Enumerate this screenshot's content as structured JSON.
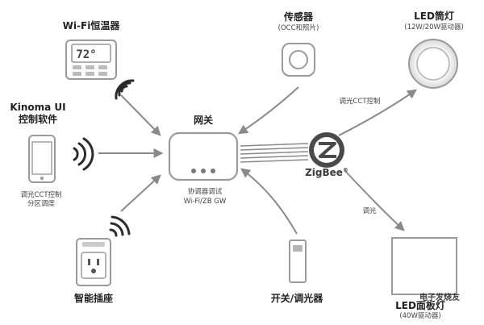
{
  "labels": {
    "wifi_thermostat": "Wi-Fi恒温器",
    "thermostat_display": "72°",
    "kinoma_line1": "Kinoma UI",
    "kinoma_line2": "控制软件",
    "phone_sub_line1": "调光CCT控制",
    "phone_sub_line2": "分区调度",
    "smart_plug": "智能插座",
    "gateway_title": "网关",
    "gateway_sub_line1": "协调器调试",
    "gateway_sub_line2": "Wi-Fi/ZB GW",
    "sensor_title": "传感器",
    "sensor_sub": "(OCC和照片)",
    "downlight_title": "LED筒灯",
    "downlight_sub": "(12W/20W驱动器)",
    "cct_control": "调光CCT控制",
    "dimming": "调光",
    "switch_dimmer": "开关/调光器",
    "panel_title": "LED面板灯",
    "panel_sub": "(40W驱动器)",
    "zigbee": "ZigBee",
    "zigbee_reg": "®",
    "watermark": "电子发烧友"
  },
  "colors": {
    "arrow": "#8a8a8a",
    "device_outline": "#9a9a9a",
    "wifi_wave": "#2b2b2b",
    "zigbee_badge": "#4a4a4a"
  }
}
